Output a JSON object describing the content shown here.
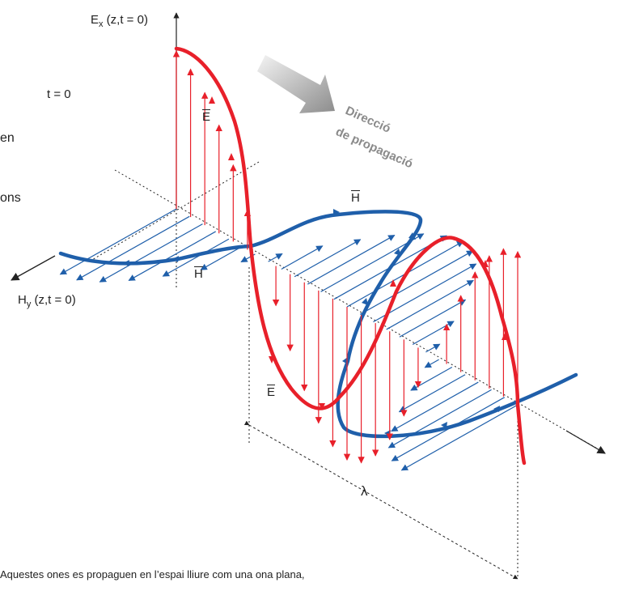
{
  "labels": {
    "ex_axis": "E",
    "ex_axis_sub": "x",
    "ex_axis_args": " (z,t = 0)",
    "hy_axis": "H",
    "hy_axis_sub": "y",
    "hy_axis_args": " (z,t = 0)",
    "time": "t = 0",
    "e_top": "E",
    "e_bottom": "E",
    "h_top": "H",
    "h_bottom": "H",
    "wavelength": "λ",
    "direction_line1": "Direcció",
    "direction_line2": "de propagació"
  },
  "clipped_text": {
    "fragment_en": "en",
    "fragment_ons": "ons",
    "caption": "Aquestes ones es propaguen en l’espai lliure com una ona plana,"
  },
  "colors": {
    "electric_field": "#e8202a",
    "magnetic_field": "#1f5faa",
    "axis": "#222222",
    "arrow_gradient_light": "#f2f2f2",
    "arrow_gradient_dark": "#8a8a8a"
  }
}
